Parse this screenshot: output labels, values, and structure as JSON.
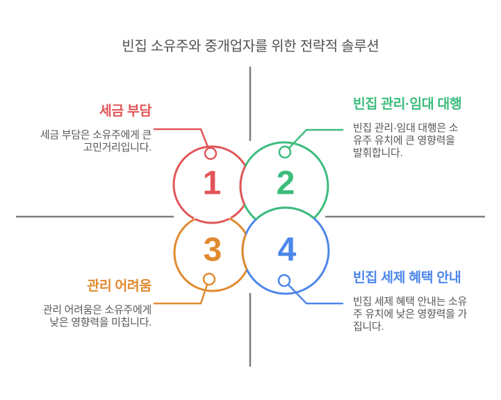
{
  "title": "빈집 소유주와 중개업자를 위한 전략적 솔루션",
  "colors": {
    "red": "#E25558",
    "green": "#3CBC7C",
    "orange": "#E18A2E",
    "blue": "#4D86E9",
    "body_text": "#565659",
    "title_text": "#515154",
    "axis_gray": "#7B7B7B"
  },
  "quadrants": {
    "top_left": {
      "number": "1",
      "heading": "세금 부담",
      "lines": [
        "세금 부담은 소유주에게 큰",
        "고민거리입니다."
      ]
    },
    "top_right": {
      "number": "2",
      "heading": "빈집 관리·임대 대행",
      "lines": [
        "빈집 관리·임대 대행은 소",
        "유주 유치에 큰 영향력을",
        "발휘합니다."
      ]
    },
    "bottom_left": {
      "number": "3",
      "heading": "관리 어려움",
      "lines": [
        "관리 어려움은 소유주에게",
        "낮은 영향력을 미칩니다."
      ]
    },
    "bottom_right": {
      "number": "4",
      "heading": "빈집 세제 혜택 안내",
      "lines": [
        "빈집 세제 혜택 안내는 소유",
        "주 유치에 낮은 영향력을 가",
        "집니다."
      ]
    }
  }
}
